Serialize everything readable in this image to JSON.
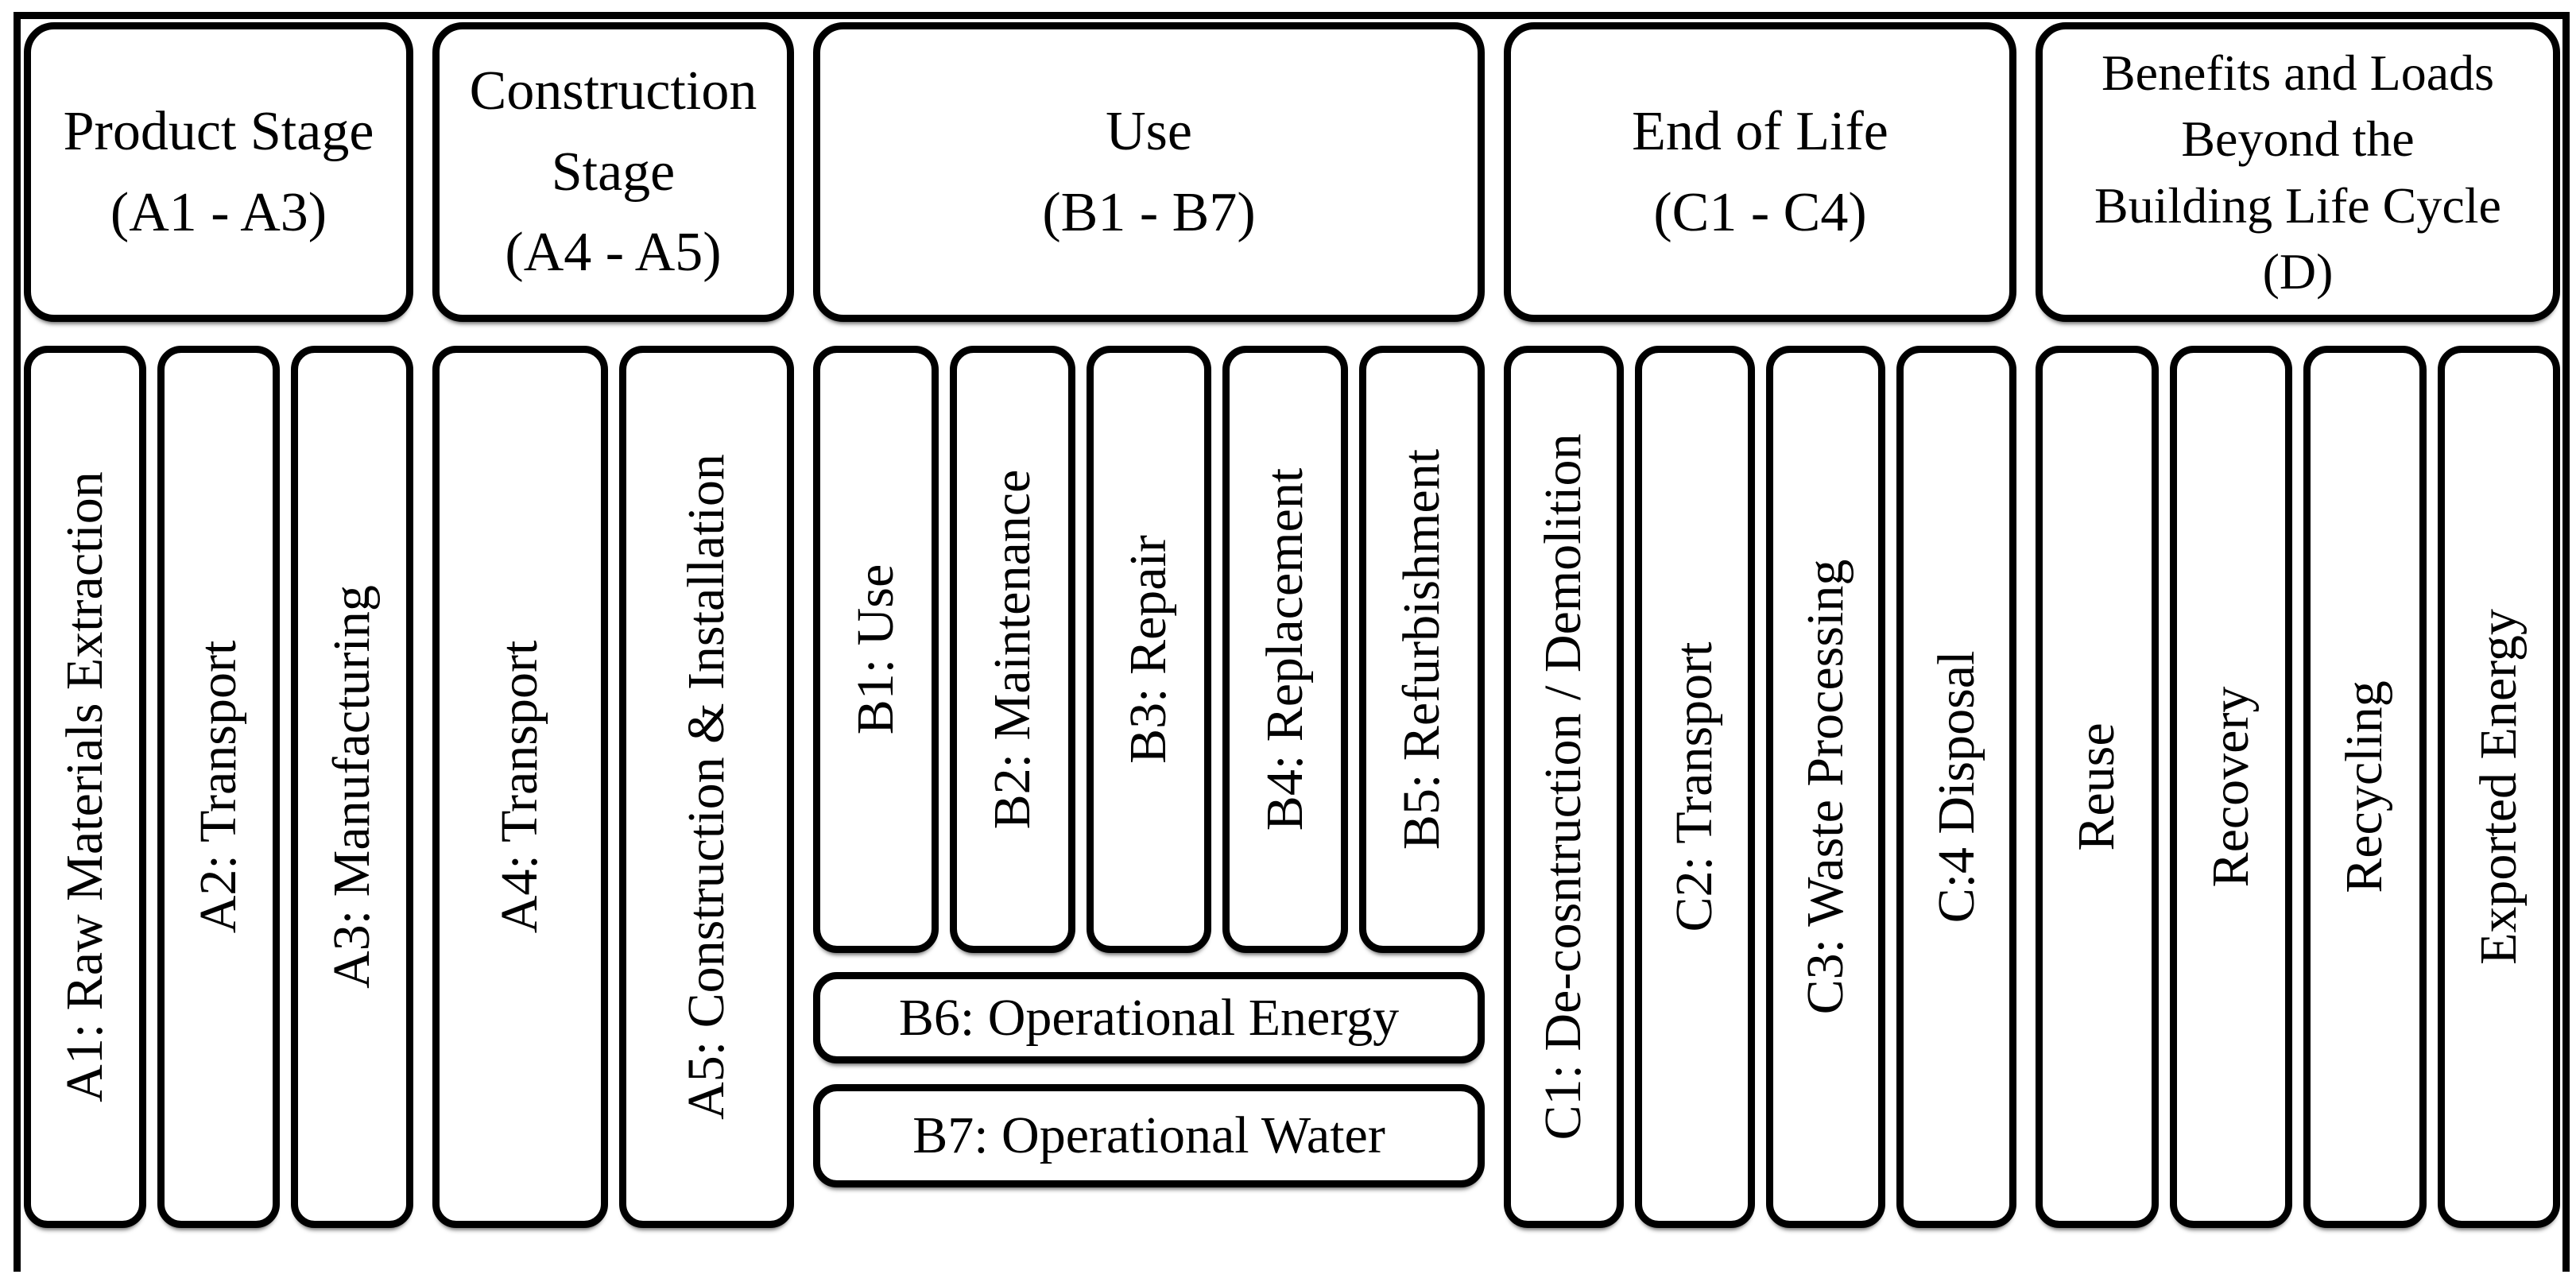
{
  "colors": {
    "border": "#000000",
    "background": "#ffffff",
    "text": "#000000"
  },
  "groups": [
    {
      "id": "product-stage",
      "header": "Product Stage\n(A1 - A3)",
      "columns": [
        "A1: Raw Materials Extraction",
        "A2: Transport",
        "A3: Manufacturing"
      ]
    },
    {
      "id": "construction-stage",
      "header": "Construction\nStage\n(A4 - A5)",
      "columns": [
        "A4: Transport",
        "A5: Construction & Installation"
      ]
    },
    {
      "id": "use",
      "header": "Use\n(B1 - B7)",
      "columns": [
        "B1: Use",
        "B2: Maintenance",
        "B3: Repair",
        "B4: Replacement",
        "B5: Refurbishment"
      ],
      "extras": [
        "B6: Operational Energy",
        "B7: Operational Water"
      ]
    },
    {
      "id": "end-of-life",
      "header": "End of Life\n(C1 - C4)",
      "columns": [
        "C1: De-cosntruction / Demolition",
        "C2: Transport",
        "C3: Waste Processing",
        "C:4 Disposal"
      ]
    },
    {
      "id": "benefits",
      "header": "Benefits and Loads\nBeyond the\nBuilding Life Cycle\n(D)",
      "columns": [
        "Reuse",
        "Recovery",
        "Recycling",
        "Exported Energy"
      ]
    }
  ]
}
